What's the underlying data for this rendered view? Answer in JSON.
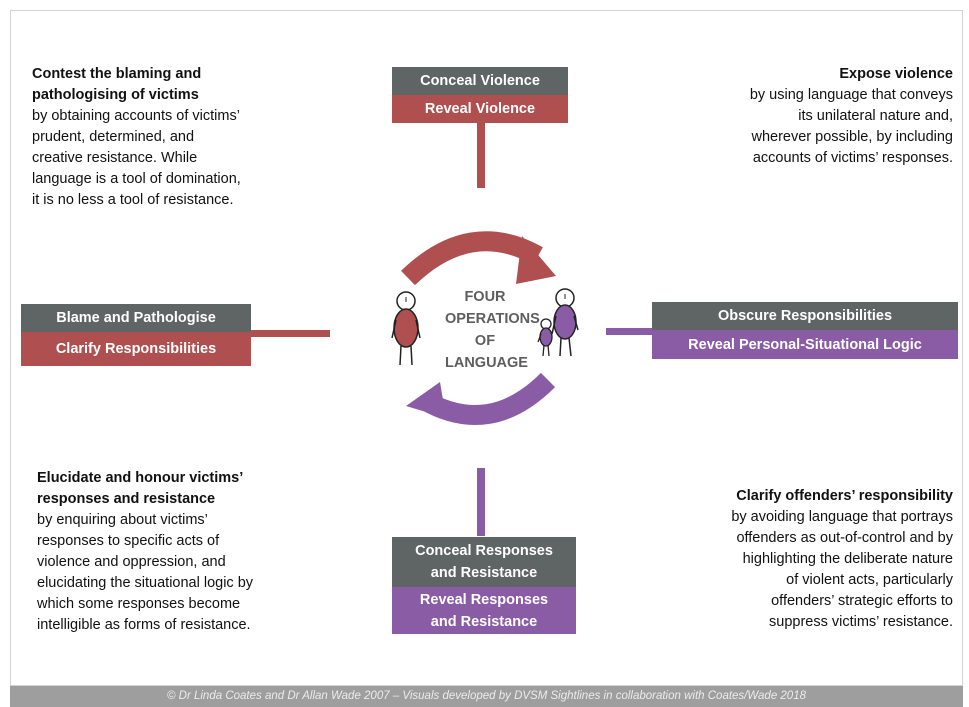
{
  "colors": {
    "gray": "#5f6465",
    "red": "#b04f4f",
    "purple": "#8a5ca6",
    "footer": "#9e9e9e"
  },
  "top_left": {
    "head": "Contest the blaming and\npathologising of victims",
    "body": "by obtaining accounts of victims’\nprudent, determined, and\ncreative resistance.  While\nlanguage is a tool of domination,\nit is no less a tool of resistance."
  },
  "top_right": {
    "head": "Expose violence",
    "body": "by using language that conveys\nits unilateral nature and,\nwherever possible, by including\naccounts of victims’ responses."
  },
  "bottom_left": {
    "head": "Elucidate and honour victims’\nresponses and resistance",
    "body": "by enquiring about victims’\nresponses to specific acts of\nviolence and oppression, and\nelucidating the situational logic by\nwhich some responses become\nintelligible as forms of resistance."
  },
  "bottom_right": {
    "head": "Clarify offenders’ responsibility",
    "body": "by avoiding language that portrays\noffenders as out-of-control and by\nhighlighting the deliberate nature\nof violent acts, particularly\noffenders’ strategic efforts to\nsuppress victims’ resistance."
  },
  "boxes": {
    "top": {
      "gray": "Conceal Violence",
      "color": "Reveal Violence"
    },
    "left": {
      "gray": "Blame and Pathologise",
      "color": "Clarify Responsibilities"
    },
    "right": {
      "gray": "Obscure Responsibilities",
      "color": "Reveal Personal-Situational Logic"
    },
    "bottom": {
      "gray": "Conceal Responses\nand Resistance",
      "color": "Reveal Responses\nand Resistance"
    }
  },
  "center": {
    "label": "FOUR\nOPERATIONS\nOF\nLANGUAGE"
  },
  "footer": {
    "text": "© Dr Linda Coates and Dr Allan Wade 2007 – Visuals developed by DVSM Sightlines in collaboration with Coates/Wade 2018"
  },
  "icons": [
    "stick-figure-red-icon",
    "stick-figure-purple-adult-icon",
    "stick-figure-purple-child-icon",
    "cycle-arrow-red-icon",
    "cycle-arrow-purple-icon"
  ]
}
